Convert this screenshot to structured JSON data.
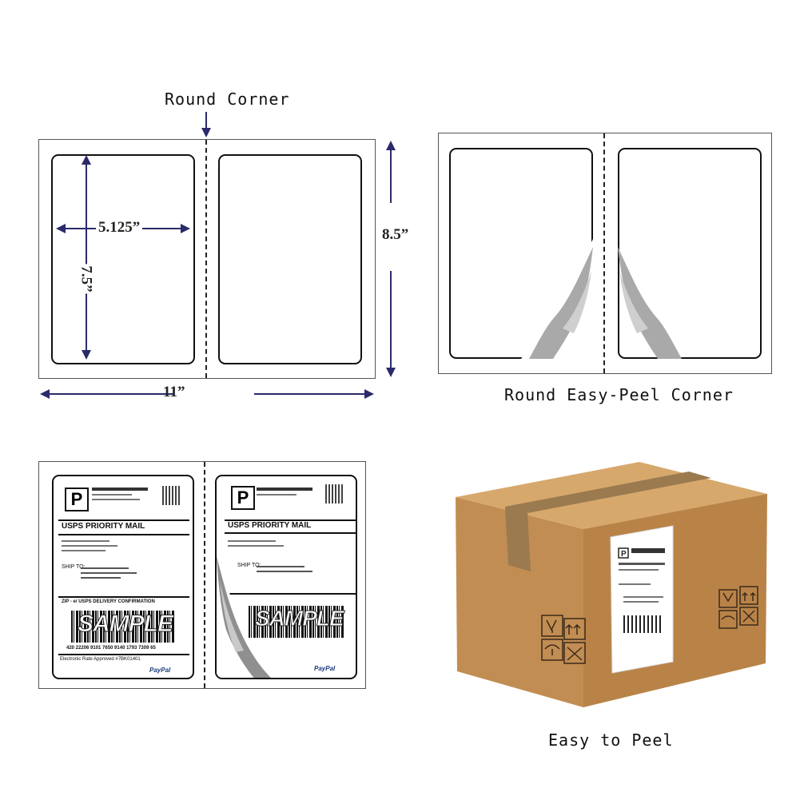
{
  "captions": {
    "round_corner": "Round Corner",
    "easy_peel": "Round Easy-Peel Corner",
    "easy_to_peel": "Easy to Peel"
  },
  "dimensions": {
    "label_width": "5.125”",
    "label_height": "7.5”",
    "sheet_height": "8.5”",
    "sheet_width": "11”"
  },
  "shipping_label": {
    "priority_letter": "P",
    "service_title": "USPS PRIORITY MAIL",
    "ship_to": "SHIP TO:",
    "confirmation": "ZIP - e/ USPS DELIVERY CONFIRMATION",
    "watermark": "SAMPLE",
    "tracking_number": "420 22206 9101 7650 9140 1793 7309 65",
    "footer_note": "Electronic Rate Approved #7BK01401",
    "paypal": "PayPal"
  },
  "colors": {
    "arrow": "#2b2a6b",
    "box": "#c8965a",
    "box_dark": "#a8753f",
    "tape": "#9a7a4e"
  }
}
